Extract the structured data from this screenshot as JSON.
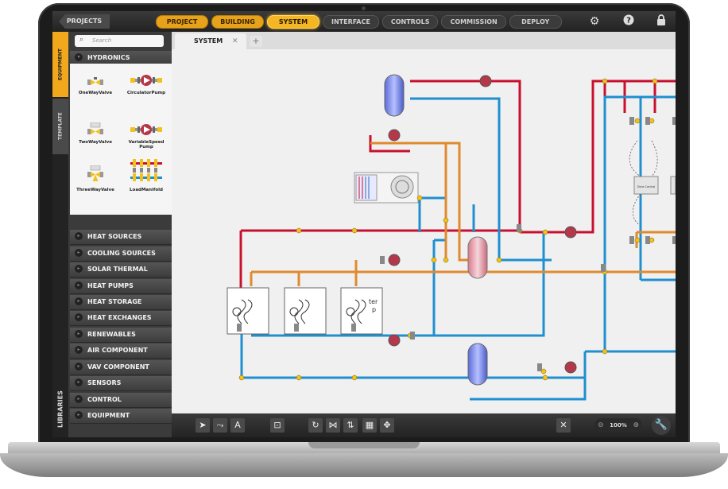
{
  "topbar": {
    "projects_label": "PROJECTS",
    "steps": [
      {
        "label": "PROJECT",
        "state": "done"
      },
      {
        "label": "BUILDING",
        "state": "done"
      },
      {
        "label": "SYSTEM",
        "state": "active"
      },
      {
        "label": "INTERFACE",
        "state": "idle"
      },
      {
        "label": "CONTROLS",
        "state": "idle"
      },
      {
        "label": "COMMISSION",
        "state": "idle"
      },
      {
        "label": "DEPLOY",
        "state": "idle"
      }
    ],
    "icons": [
      "gear-icon",
      "help-icon",
      "lock-icon"
    ]
  },
  "side_tabs": {
    "equipment": "EQUIPMENT",
    "template": "TEMPLATE",
    "libraries": "LIBRARIES"
  },
  "library": {
    "search_placeholder": "Search",
    "open_category": "HYDRONICS",
    "palette": [
      {
        "label": "OneWayValve"
      },
      {
        "label": "CirculatorPump"
      },
      {
        "label": "TwoWayValve"
      },
      {
        "label": "VariableSpeed Pump"
      },
      {
        "label": "ThreeWayValve"
      },
      {
        "label": "LoadManifold"
      }
    ],
    "categories": [
      "HEAT SOURCES",
      "COOLING SOURCES",
      "SOLAR THERMAL",
      "HEAT PUMPS",
      "HEAT STORAGE",
      "HEAT EXCHANGES",
      "RENEWABLES",
      "AIR COMPONENT",
      "VAV COMPONENT",
      "SENSORS",
      "CONTROL",
      "EQUIPMENT"
    ]
  },
  "canvas": {
    "tab_label": "SYSTEM",
    "add_tab": "+",
    "close_tab": "✕",
    "zone_label": "Zone Control",
    "partial_text_1": "ter",
    "partial_text_2": "p"
  },
  "toolbar": {
    "zoom": "100%",
    "tools": [
      "select-icon",
      "connect-icon",
      "text-icon",
      "add-node-icon",
      "rotate-icon",
      "flip-icon",
      "align-icon",
      "group-icon",
      "move-icon"
    ]
  },
  "colors": {
    "hot": "#c8102e",
    "cold": "#1f8fcf",
    "return": "#2a6fb5",
    "warm": "#e08a2e",
    "accent": "#f2a81d"
  }
}
